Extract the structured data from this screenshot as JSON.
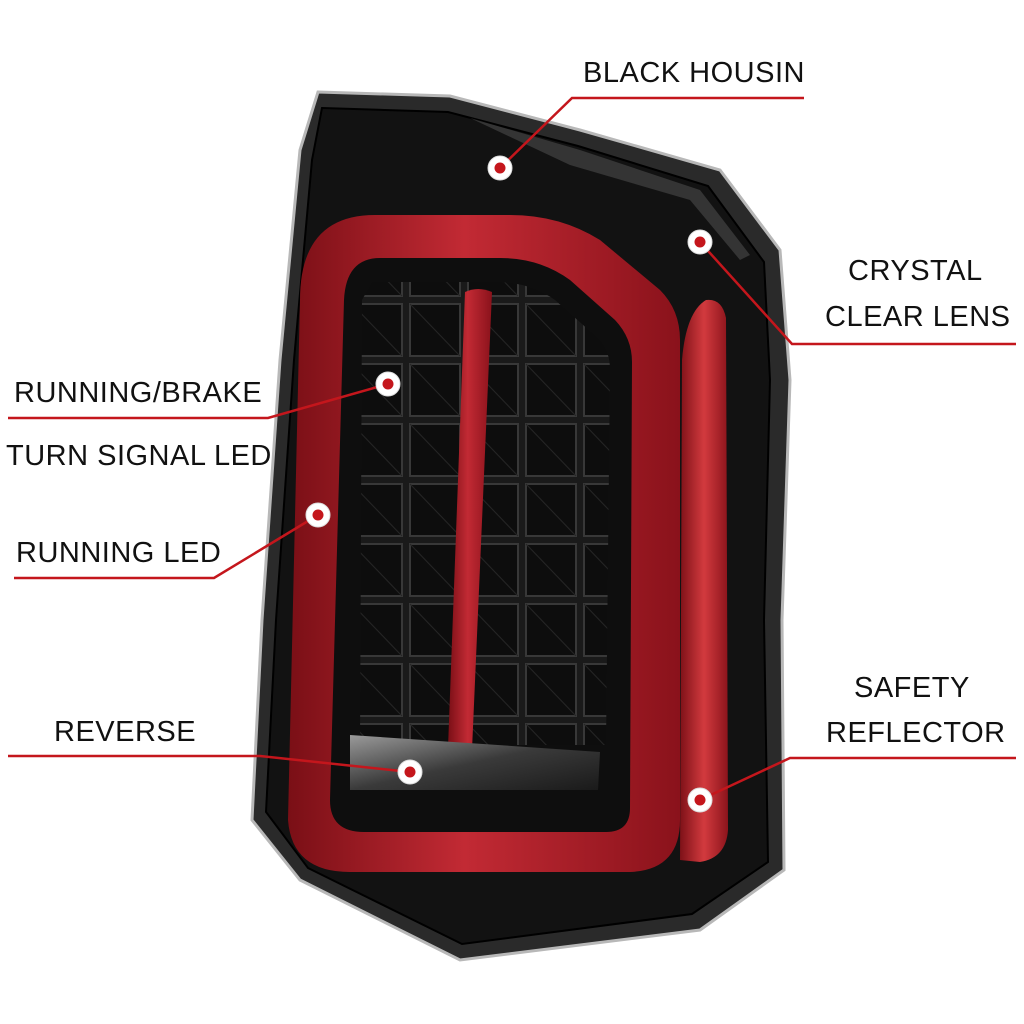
{
  "labels": {
    "housing": "BLACK HOUSIN",
    "lens_1": "CRYSTAL",
    "lens_2": "CLEAR LENS",
    "brake": "RUNNING/BRAKE",
    "turn": "TURN SIGNAL LED",
    "running": "RUNNING LED",
    "reverse": "REVERSE",
    "reflector_1": "SAFETY",
    "reflector_2": "REFLECTOR"
  },
  "colors": {
    "callout_red": "#c4161c",
    "housing": "#121212",
    "light_bar": "#b01e28",
    "reflector": "#c0262e",
    "label_text": "#111111"
  }
}
